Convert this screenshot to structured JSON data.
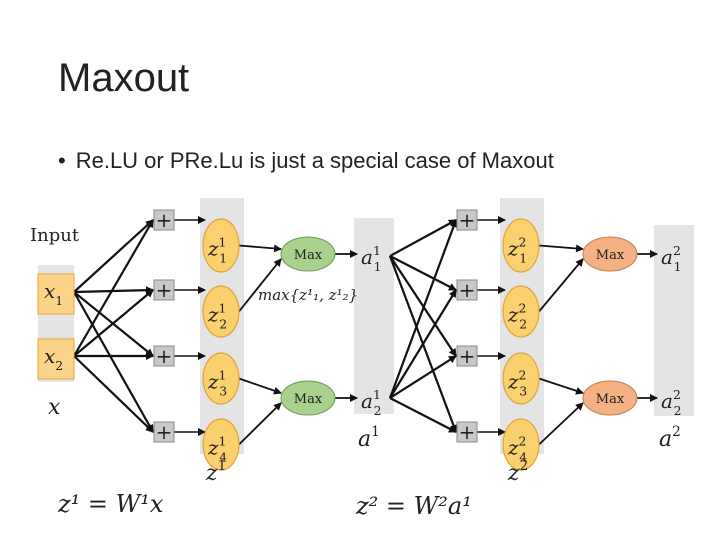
{
  "slide": {
    "title": "Maxout",
    "bullet": "Re.LU or PRe.Lu is just a special case of Maxout"
  },
  "diagram": {
    "input_label": "Input",
    "inputs": [
      {
        "base": "x",
        "sub": "1"
      },
      {
        "base": "x",
        "sub": "2"
      }
    ],
    "input_vector": "x",
    "plus_symbol": "+",
    "layer1": {
      "z": [
        {
          "base": "z",
          "sup": "1",
          "sub": "1"
        },
        {
          "base": "z",
          "sup": "1",
          "sub": "2"
        },
        {
          "base": "z",
          "sup": "1",
          "sub": "3"
        },
        {
          "base": "z",
          "sup": "1",
          "sub": "4"
        }
      ],
      "z_vector": {
        "base": "z",
        "sup": "1"
      },
      "max_label": "Max",
      "max_expression": "max{z¹₁, z¹₂}",
      "a": [
        {
          "base": "a",
          "sup": "1",
          "sub": "1"
        },
        {
          "base": "a",
          "sup": "1",
          "sub": "2"
        }
      ],
      "a_vector": {
        "base": "a",
        "sup": "1"
      },
      "equation": "z¹ = W¹x"
    },
    "layer2": {
      "z": [
        {
          "base": "z",
          "sup": "2",
          "sub": "1"
        },
        {
          "base": "z",
          "sup": "2",
          "sub": "2"
        },
        {
          "base": "z",
          "sup": "2",
          "sub": "3"
        },
        {
          "base": "z",
          "sup": "2",
          "sub": "4"
        }
      ],
      "z_vector": {
        "base": "z",
        "sup": "2"
      },
      "max_label": "Max",
      "a": [
        {
          "base": "a",
          "sup": "2",
          "sub": "1"
        },
        {
          "base": "a",
          "sup": "2",
          "sub": "2"
        }
      ],
      "a_vector": {
        "base": "a",
        "sup": "2"
      },
      "equation": "z² = W²a¹"
    },
    "colors": {
      "input_box": "#fbd48a",
      "input_border": "#e8a43a",
      "column_bg": "#e4e4e4",
      "ellipse_fill": "#fbd06e",
      "ellipse_stroke": "#e0a33c",
      "plus_fill": "#c8c8c8",
      "plus_stroke": "#8a8a8a",
      "max1_fill": "#a9d18e",
      "max1_stroke": "#6f9a52",
      "max2_fill": "#f4b183",
      "max2_stroke": "#c57b4a",
      "arrow": "#111111"
    }
  }
}
